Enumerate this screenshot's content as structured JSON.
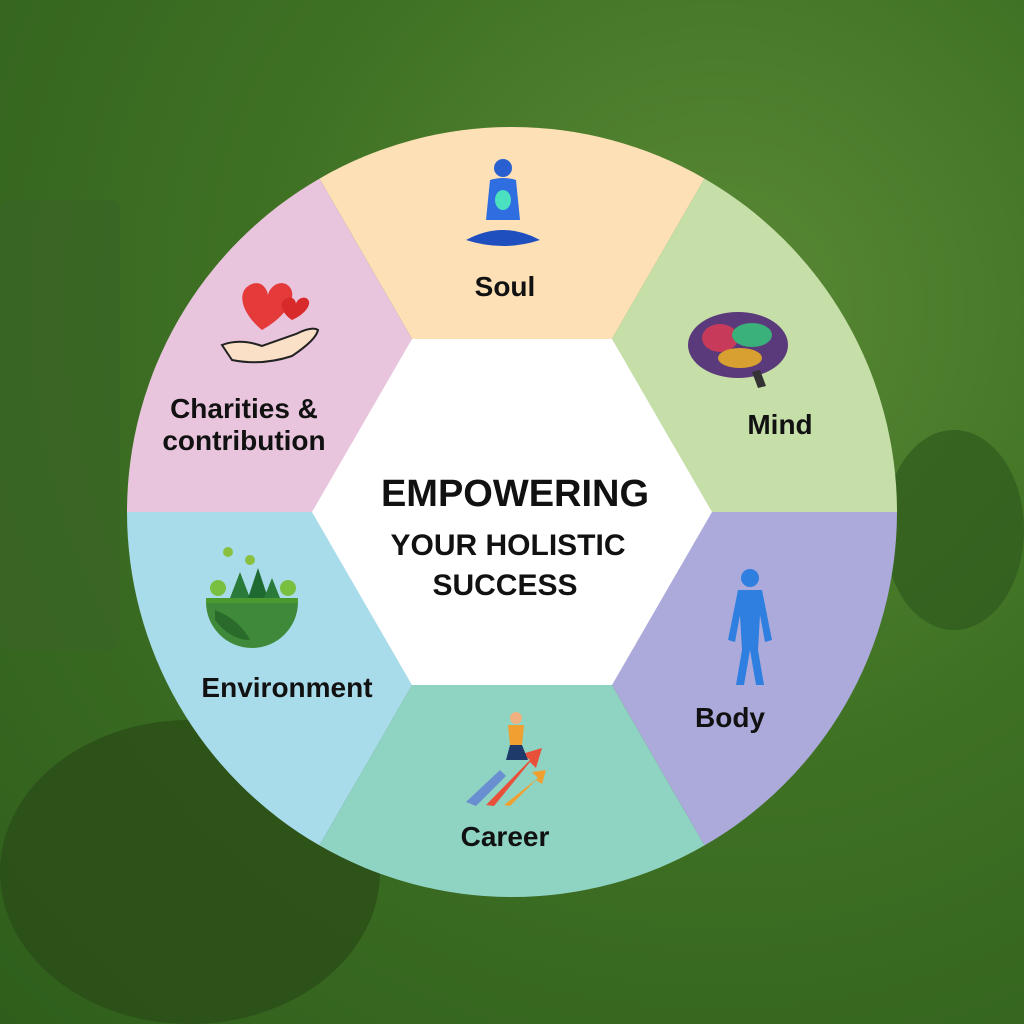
{
  "center": {
    "line1": "EMPOWERING",
    "line2": "YOUR HOLISTIC",
    "line3": "SUCCESS"
  },
  "segments": [
    {
      "label": "Soul",
      "color": "#fde0b5",
      "icon": "meditation-icon"
    },
    {
      "label": "Mind",
      "color": "#c6dfa9",
      "icon": "brain-icon"
    },
    {
      "label": "Body",
      "color": "#abaadb",
      "icon": "human-body-icon"
    },
    {
      "label": "Career",
      "color": "#8fd3c3",
      "icon": "career-growth-icon"
    },
    {
      "label": "Environment",
      "color": "#a9dcea",
      "icon": "earth-trees-icon"
    },
    {
      "label": "Charities &",
      "label2": "contribution",
      "color": "#e8c5dd",
      "icon": "heart-hand-icon"
    }
  ]
}
